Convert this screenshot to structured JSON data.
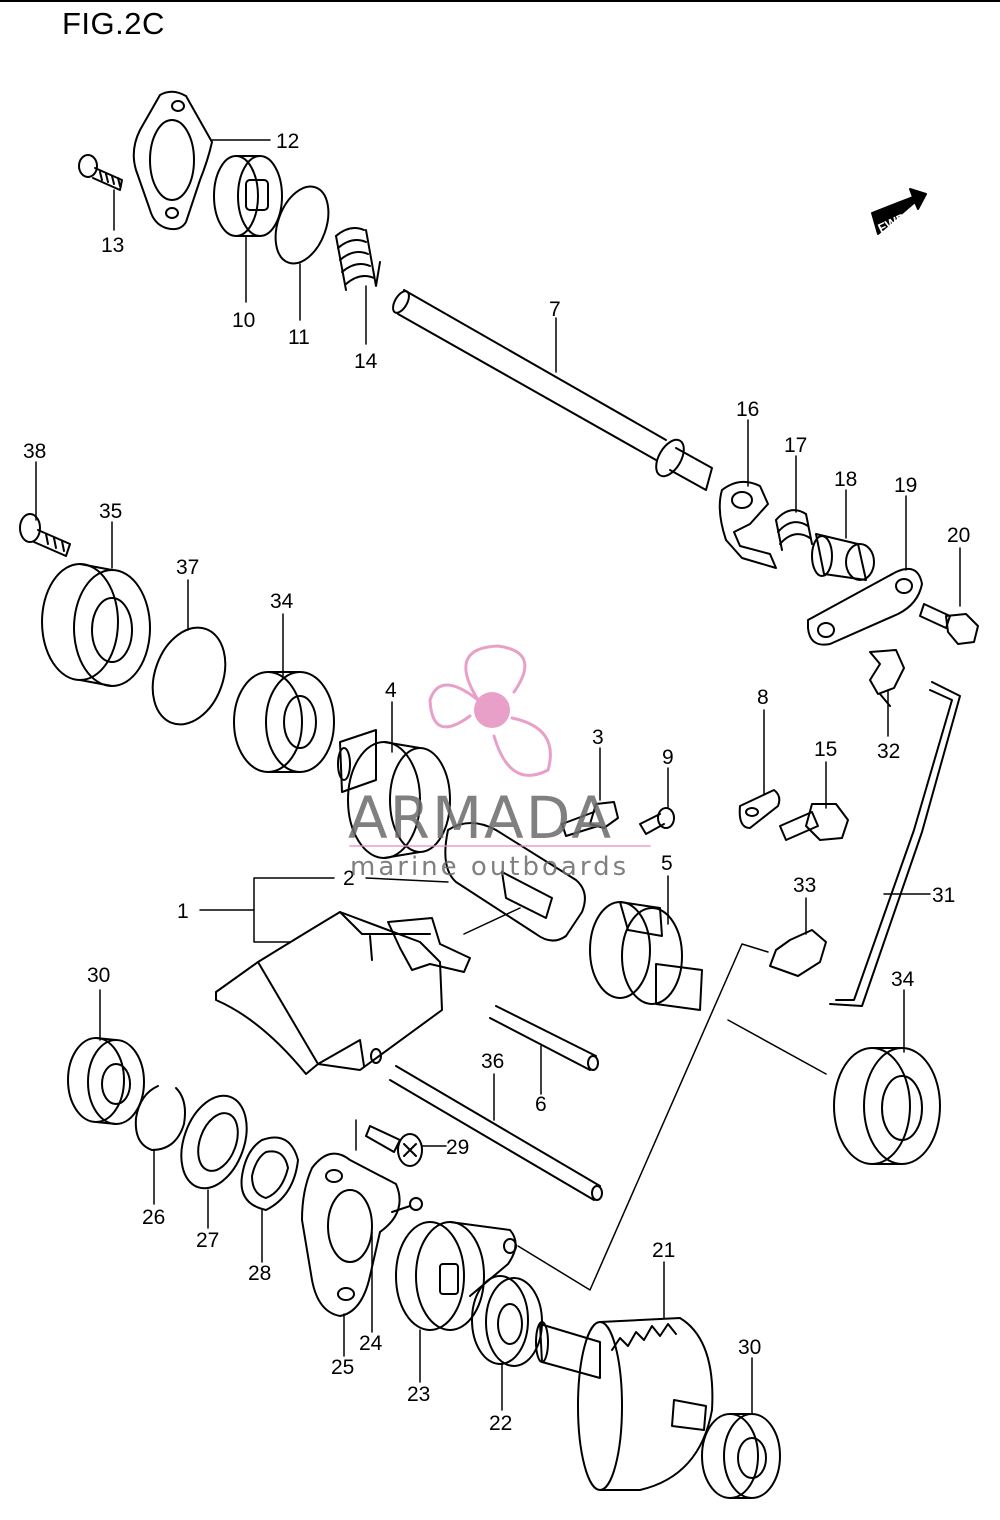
{
  "figure": {
    "title": "FIG.2C"
  },
  "direction_arrow": {
    "label": "FWD"
  },
  "watermark": {
    "brand": "ARMADA",
    "tagline": "marine outboards",
    "accent": "#e48fbf"
  },
  "callouts": [
    "1",
    "2",
    "3",
    "4",
    "5",
    "6",
    "7",
    "8",
    "9",
    "10",
    "11",
    "12",
    "13",
    "14",
    "15",
    "16",
    "17",
    "18",
    "19",
    "20",
    "21",
    "22",
    "23",
    "24",
    "25",
    "26",
    "27",
    "28",
    "29",
    "30",
    "30",
    "31",
    "32",
    "33",
    "34",
    "34",
    "35",
    "36",
    "37",
    "38"
  ]
}
